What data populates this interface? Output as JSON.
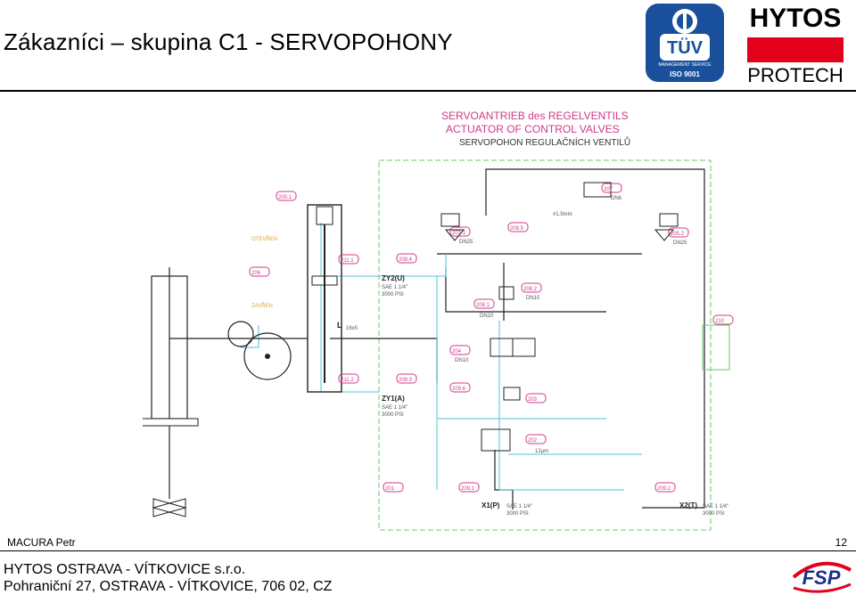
{
  "header": {
    "title": "Zákazníci – skupina C1 - SERVOPOHONY",
    "tuv_logo": {
      "top": "TÜV",
      "middle": "MANAGEMENT SERVICE",
      "bottom": "ISO 9001"
    },
    "brand_logo": {
      "name": "HYTOS",
      "sub": "PROTECH"
    }
  },
  "diagram": {
    "title_de": "SERVOANTRIEB des REGELVENTILS",
    "title_en": "ACTUATOR OF CONTROL VALVES",
    "title_cz": "SERVOPOHON REGULAČNÍCH VENTILŮ",
    "labels": {
      "zy2": "ZY2(U)",
      "zy2_spec": "SAE 1 1/4\"",
      "zy2_psi": "3000 PSI",
      "zy1": "ZY1(A)",
      "zy1_spec": "SAE 1 1/4\"",
      "zy1_psi": "3000 PSI",
      "x1": "X1(P)",
      "x1_spec": "SAE 1 1/4\"",
      "x1_psi": "3000 PSI",
      "x2": "X2(T)",
      "x2_spec": "SAE 1 1/4\"",
      "x2_psi": "3000 PSI",
      "l": "L",
      "l_size": "16x5",
      "open": "OTEVŘEN",
      "closed": "ZAVŘEN",
      "tags": [
        "211.1",
        "211.2",
        "209.4",
        "209.3",
        "203.1",
        "208.1",
        "208.2",
        "209.5",
        "207",
        "205.2",
        "210",
        "204",
        "209.6",
        "203",
        "202",
        "201",
        "209.1",
        "209.2",
        "200.1",
        "206"
      ],
      "dn": [
        "DN25",
        "DN10",
        "DN10",
        "DN10",
        "DN6",
        "DN25"
      ],
      "filter": "12µm",
      "orifice": "#1.5mm"
    }
  },
  "footer": {
    "author": "MACURA Petr",
    "page": "12",
    "company": "HYTOS OSTRAVA - VÍTKOVICE s.r.o.",
    "address": "Pohraniční 27, OSTRAVA - VÍTKOVICE, 706 02, CZ",
    "fsp_logo": "FSP"
  }
}
